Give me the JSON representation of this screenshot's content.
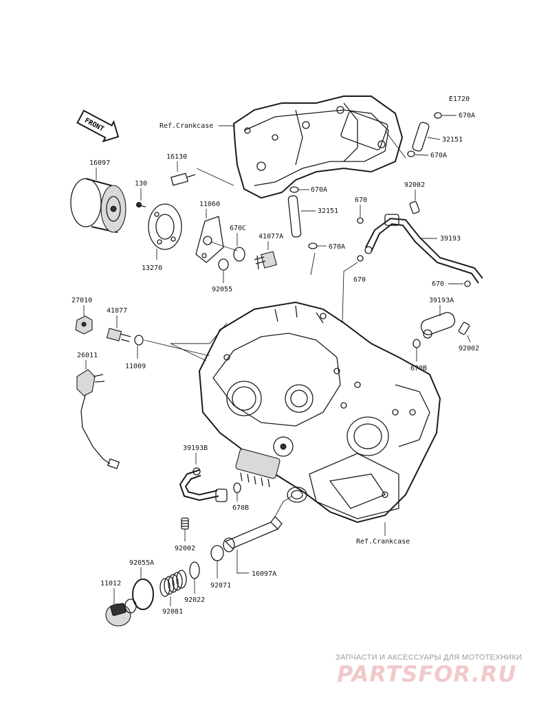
{
  "diagram": {
    "page_code": "E1720",
    "front_label": "FRONT",
    "callouts": {
      "ref_crankcase_top": "Ref.Crankcase",
      "ref_crankcase_bottom": "Ref.Crankcase",
      "p16097": "16097",
      "p130": "130",
      "p13270": "13270",
      "p16130": "16130",
      "p11060": "11060",
      "p670c": "670C",
      "p41077a": "41077A",
      "p92055": "92055",
      "p670a_1": "670A",
      "p32151_1": "32151",
      "p670a_2": "670A",
      "p670a_3": "670A",
      "p32151_2": "32151",
      "p670a_4": "670A",
      "p92002_1": "92002",
      "p670_1": "670",
      "p39193": "39193",
      "p670_2": "670",
      "p670_3": "670",
      "p27010": "27010",
      "p41077": "41077",
      "p11009": "11009",
      "p39193a": "39193A",
      "p92002_2": "92002",
      "p670b_1": "670B",
      "p26011": "26011",
      "p39193b": "39193B",
      "p670b_2": "670B",
      "p92002_3": "92002",
      "p92055a": "92055A",
      "p11012": "11012",
      "p92081": "92081",
      "p92022": "92022",
      "p92071": "92071",
      "p16097a": "16097A"
    }
  },
  "watermark": {
    "subtitle": "ЗАПЧАСТИ И АКСЕССУАРЫ ДЛЯ МОТОТЕХНИКИ",
    "brand": "PARTSFOR.RU",
    "color": "#e57373"
  }
}
